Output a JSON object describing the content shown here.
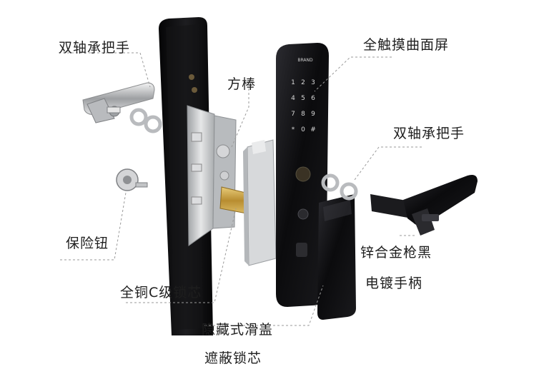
{
  "labels": {
    "double_bearing_top": "双轴承把手",
    "square_rod": "方棒",
    "full_touch_screen": "全触摸曲面屏",
    "double_bearing_right": "双轴承把手",
    "safety_knob": "保险钮",
    "zinc_alloy": "锌合金枪黑",
    "electroplated_handle": "电镀手柄",
    "copper_lock_core": "全铜C级锁芯",
    "hidden_slide_cover": "隐藏式滑盖",
    "shield_lock_core": "遮蔽锁芯"
  },
  "panel_brand": "BRAND",
  "keypad": [
    "1",
    "2",
    "3",
    "4",
    "5",
    "6",
    "7",
    "8",
    "9",
    "*",
    "0",
    "#"
  ],
  "colors": {
    "body_black": "#0d0d0f",
    "metal": "#c9cbcd",
    "brass": "#c9a24a",
    "leader_line": "#9a9a9a"
  }
}
